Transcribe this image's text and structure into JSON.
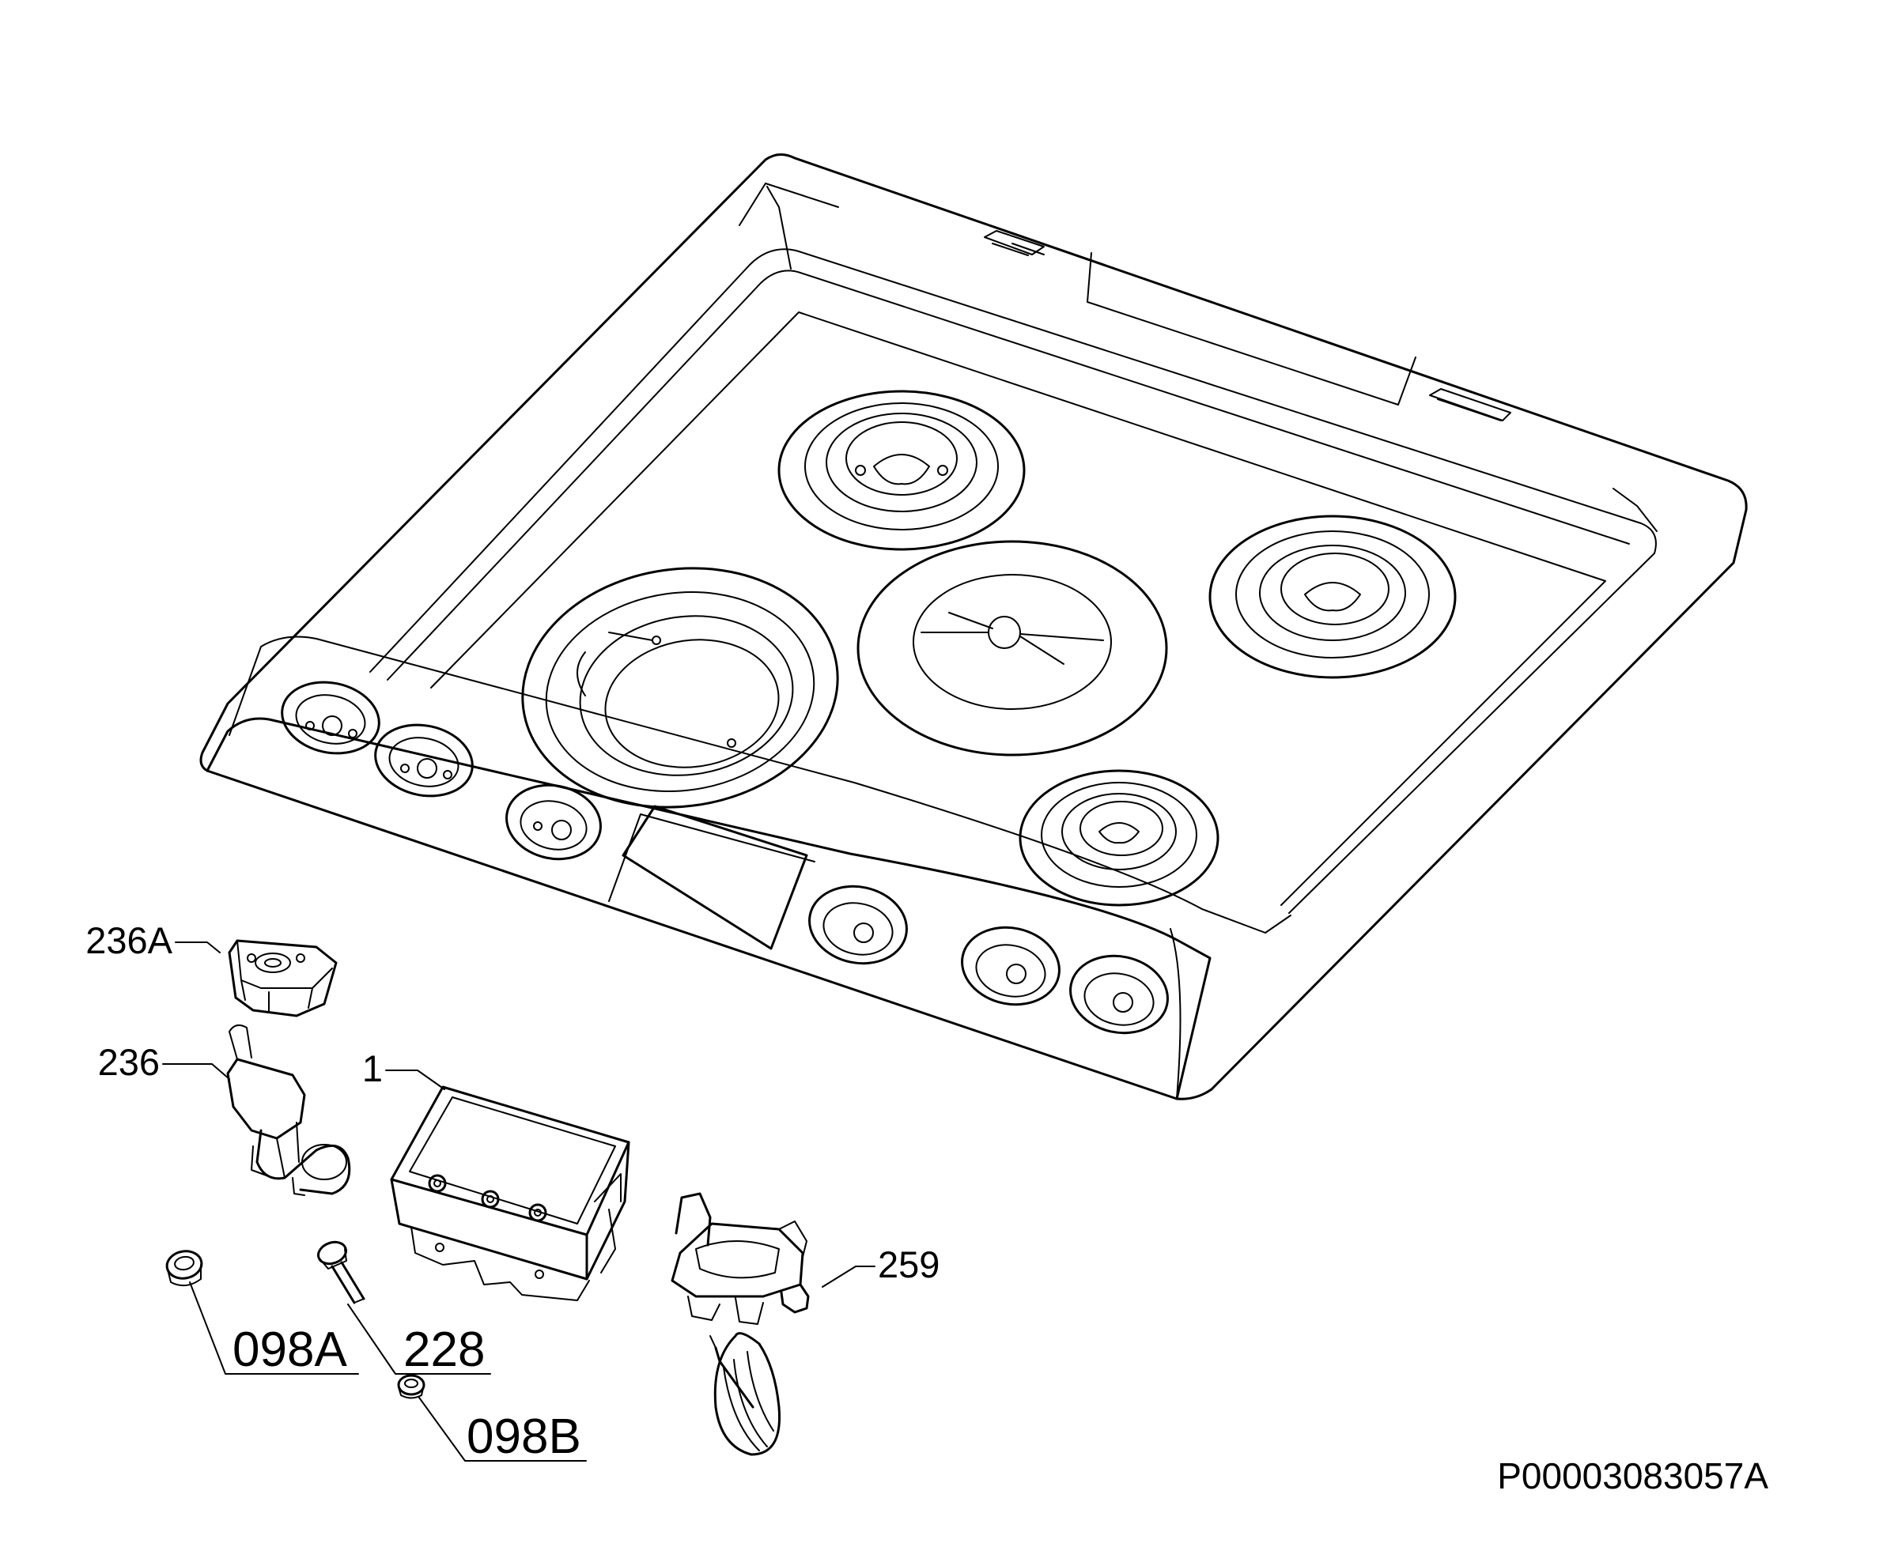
{
  "drawing_code": "P00003083057A",
  "parts": [
    {
      "id": "236a",
      "label": "236A"
    },
    {
      "id": "236",
      "label": "236"
    },
    {
      "id": "1",
      "label": "1"
    },
    {
      "id": "259",
      "label": "259"
    },
    {
      "id": "228",
      "label": "228"
    },
    {
      "id": "098a",
      "label": "098A"
    },
    {
      "id": "098b",
      "label": "098B"
    }
  ]
}
